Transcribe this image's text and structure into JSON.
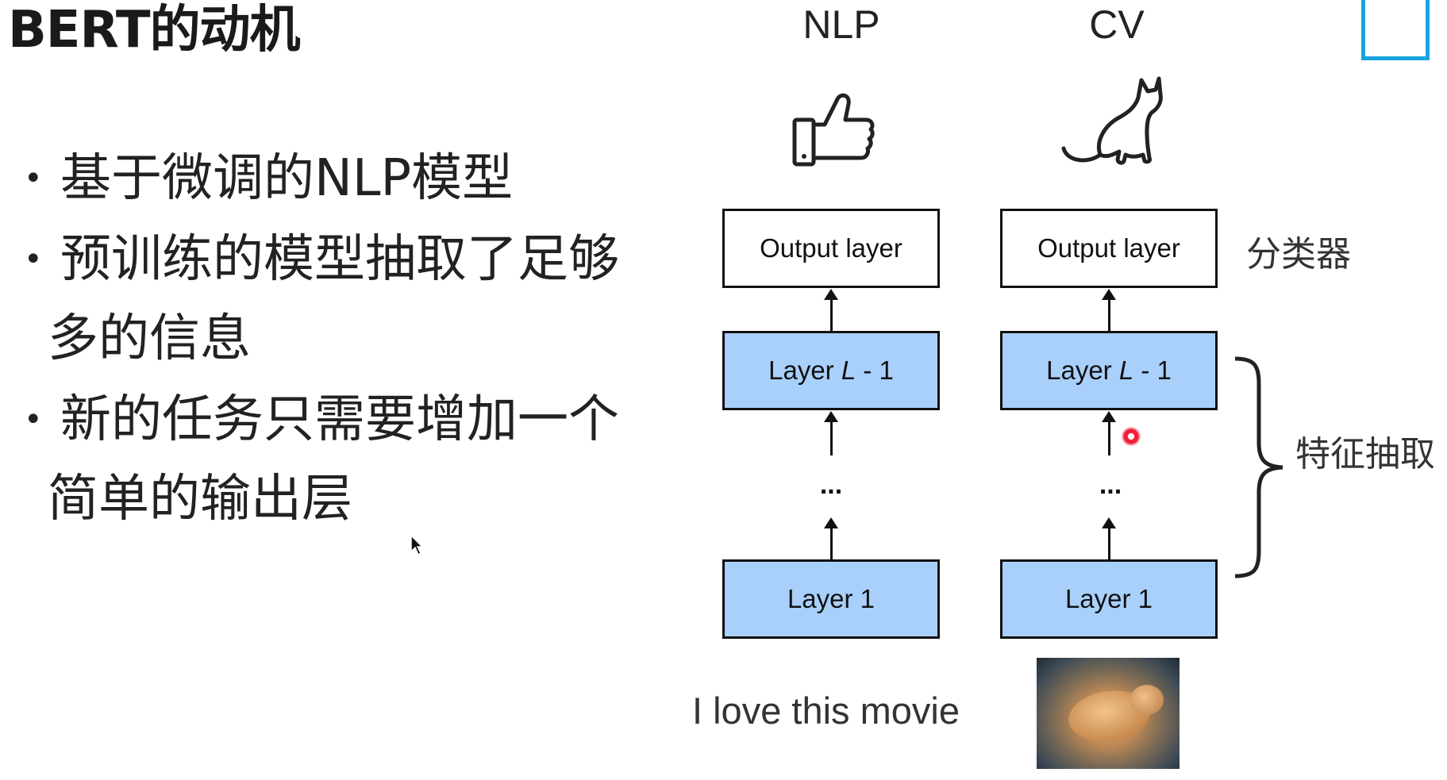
{
  "slide": {
    "title": "BERT的动机",
    "bullets": [
      {
        "line1": "基于微调的NLP模型",
        "line2": ""
      },
      {
        "line1": "预训练的模型抽取了足够",
        "line2": "多的信息"
      },
      {
        "line1": "新的任务只需要增加一个",
        "line2": "简单的输出层"
      }
    ]
  },
  "diagram": {
    "nlp": {
      "header": "NLP",
      "icon": "thumbs-up-icon",
      "output_layer": "Output layer",
      "layer_top": "Layer ",
      "layer_top_var": "L",
      "layer_top_suffix": " - 1",
      "ellipsis": "...",
      "layer_bottom": "Layer 1",
      "input": "I love this movie"
    },
    "cv": {
      "header": "CV",
      "icon": "cat-icon",
      "output_layer": "Output layer",
      "layer_top": "Layer ",
      "layer_top_var": "L",
      "layer_top_suffix": " - 1",
      "ellipsis": "...",
      "layer_bottom": "Layer 1",
      "input_image": "cat-photo"
    },
    "labels": {
      "classifier": "分类器",
      "feature_extraction": "特征抽取"
    },
    "colors": {
      "layer_fill": "#a8d0fb",
      "border": "#111111",
      "logo_accent": "#19a3e0"
    }
  }
}
